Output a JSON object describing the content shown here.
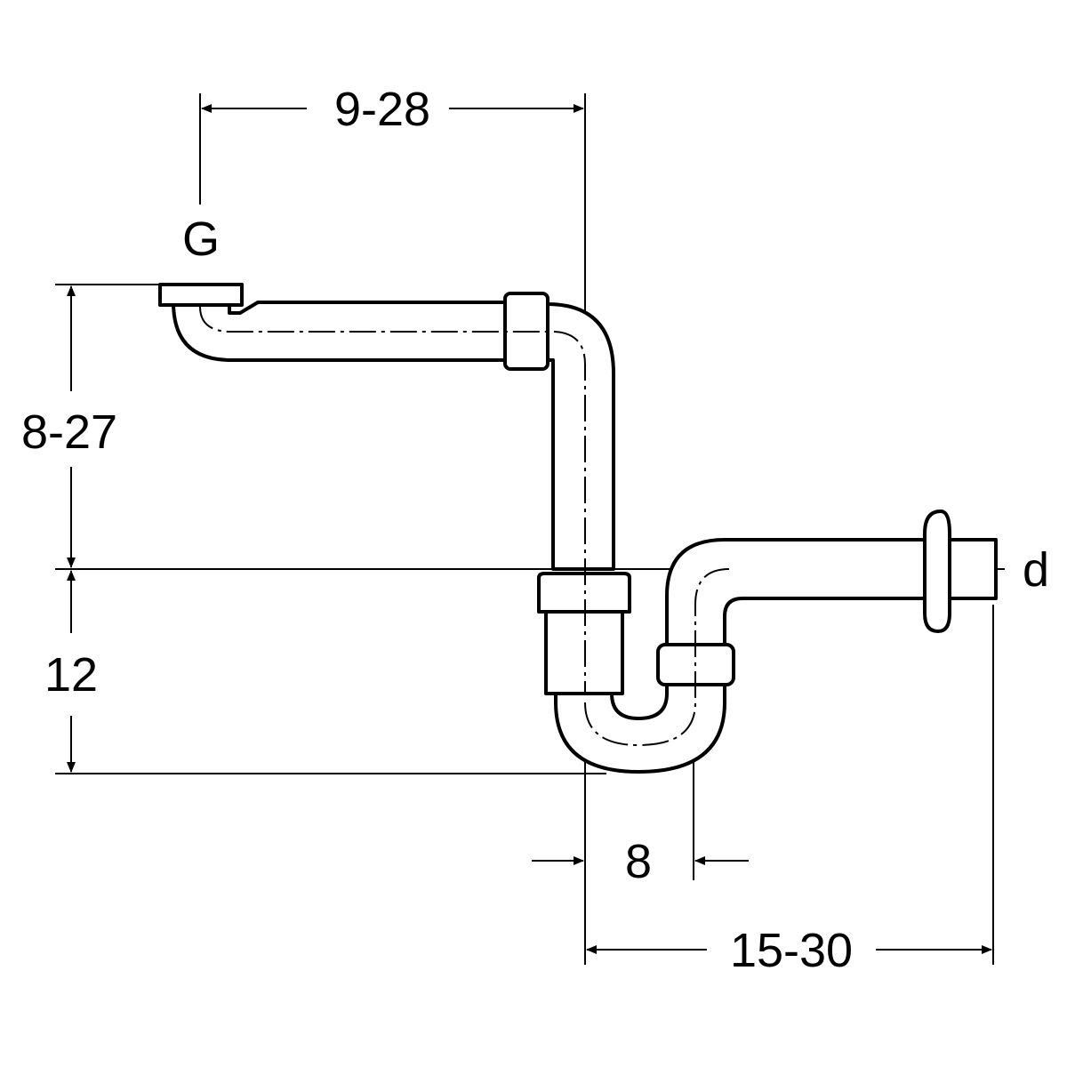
{
  "diagram": {
    "labels": {
      "top_width": "9-28",
      "inlet_thread": "G",
      "upper_height": "8-27",
      "lower_height": "12",
      "trap_offset": "8",
      "outlet_depth": "15-30",
      "outlet_diameter": "d"
    }
  }
}
